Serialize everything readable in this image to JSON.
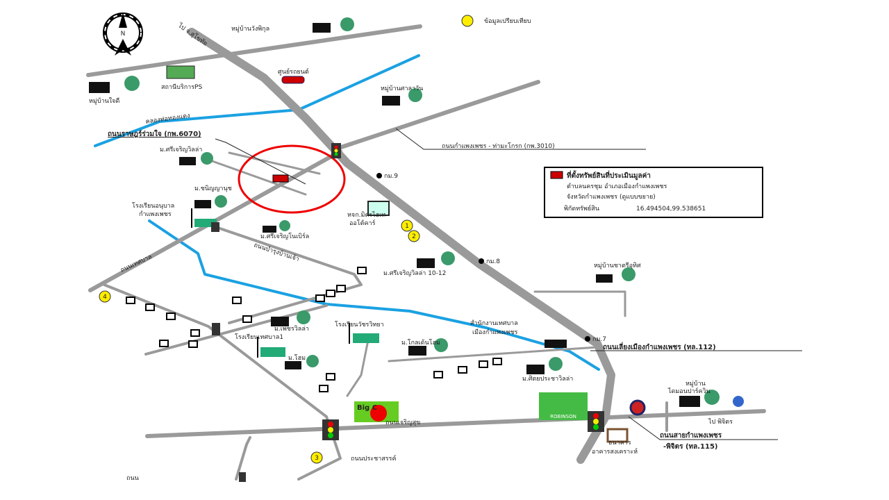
{
  "compass": {
    "north_label": "N"
  },
  "legend_top": {
    "label": "ข้อมูลเปรียบเทียบ",
    "marker_color": "#ffee00"
  },
  "property_box": {
    "title": "ที่ตั้งทรัพย์สินที่ประเมินมูลค่า",
    "line1": "ตำบลนครชุม อำเภอเมืองกำแพงเพชร",
    "line2": "จังหวัดกำแพงเพชร (ดูแบบขยาย)",
    "coord_label": "พิกัดทรัพย์สิน",
    "coord_value": "16.494504,99.538651",
    "marker_color": "#cc0000"
  },
  "labels": {
    "to_sukhothai": "ไป จ.สุโขทัย",
    "village_wangpikul": "หมู่บ้านวังพิกุล",
    "village_jaidee": "หมู่บ้านใจดี",
    "ps_station": "สถานีบริการPS",
    "car_center": "ศูนย์รถยนต์",
    "village_salawan": "หมู่บ้านศาลาวัน",
    "canal_name": "คลองท่อทองแดง",
    "road_6070": "ถนนราษฎร์ร่วมใจ (กพ.6070)",
    "road_3010": "ถนนกำแพงเพชร - ท่ามะโกรก (กพ.3010)",
    "sricharoen_villa": "ม.ศรีเจริญวิลล่า",
    "chaninyanuch": "ม.ชนิญญานุช",
    "anuban_school": "โรงเรียนอนุบาล",
    "anuban_school2": "กำแพงเพชร",
    "sricharoen_noble": "ม.ศรีเจริญโนเบิร์ล",
    "road_bamrung": "ถนนบำรุงบ้านเจ้า",
    "road_left": "ถนนเทศบาล",
    "mitr_auto": "หจก.มิตรไฮเท",
    "mitr_auto2": "ออโต้คาร์",
    "km9": "กม.9",
    "km8": "กม.8",
    "km7": "กม.7",
    "sricharoen_villa_1012": "ม.ศรีเจริญวิลล่า 10-12",
    "village_chatri": "หมู่บ้านชาตรีอุทิศ",
    "municipal_office": "สำนักงานเทศบาล",
    "municipal_office2": "เมืองกำแพงเพชร",
    "bypass_112": "ถนนเลี่ยงเมืองกำแพงเพชร (ทล.112)",
    "petch_villa": "ม.เพชรวิลล่า",
    "watcharawit_school": "โรงเรียนวัชรวิทยา",
    "tesaban1_school": "โรงเรียนเทศบาล1",
    "m_home": "ม.โฮม",
    "golden_home": "ม.โกลเด้นโฮม",
    "pracha_villa": "ม.ศิตยประชาวิลล่า",
    "village_diamond": "หมู่บ้าน",
    "village_diamond2": "ไดมอนปาร์ควิน",
    "to_phichit": "ไป พิจิตร",
    "road_115a": "ถนนสายกำแพงเพชร",
    "road_115b": "-พิจิตร (ทล.115)",
    "bank1": "ธนาคาร",
    "bank2": "อาคารสงเคราะห์",
    "road_charoensuk": "ถนนเจริญสุข",
    "road_prachasan": "ถนนประชาสรรค์",
    "road_bottom_left": "ถนน"
  },
  "markers": [
    "1",
    "2",
    "3",
    "4"
  ],
  "logos": {
    "bigc": "Big C",
    "robinson": "ROBINSON"
  }
}
